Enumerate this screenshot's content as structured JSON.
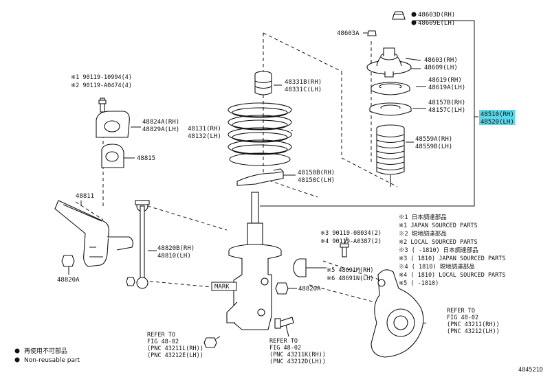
{
  "callouts": {
    "c48603D": "48603D(RH)",
    "c48609E": "48609E(LH)",
    "c48603A": "48603A",
    "c48603": "48603(RH)",
    "c48609": "48609(LH)",
    "c48619": "48619(RH)",
    "c48619A": "48619A(LH)",
    "c48157B": "48157B(RH)",
    "c48157C": "48157C(LH)",
    "c48510": "48510(RH)",
    "c48520": "48520(LH)",
    "c48559A": "48559A(RH)",
    "c48559B": "48559B(LH)",
    "c48331B": "48331B(RH)",
    "c48331C": "48331C(LH)",
    "c48131": "48131(RH)",
    "c48132": "48132(LH)",
    "c48158B": "48158B(RH)",
    "c48158C": "48158C(LH)",
    "c90119a": "※1 90119-10994(4)",
    "c90119b": "※2 90119-A0474(4)",
    "c48824A": "48824A(RH)",
    "c48829A": "48829A(LH)",
    "c48815": "48815",
    "c48811": "48811",
    "c48820B": "48820B(RH)",
    "c48810": "48810(LH)",
    "c48820A_l": "48820A",
    "c48820A_r": "48820A",
    "c90119c": "※3 90119-08034(2)",
    "c90119d": "※4 90119-A0387(2)",
    "c48691M": "※5 48691M(RH)",
    "c48691N": "※6 48691N(LH)",
    "mark": "MARK"
  },
  "notes": [
    "※1 日本調達部品",
    "※1 JAPAN SOURCED PARTS",
    "※2 現地調達部品",
    "※2 LOCAL SOURCED PARTS",
    "※3 (      -1810) 日本調達部品",
    "※3 (      1810) JAPAN SOURCED PARTS",
    "※4 (      1810) 現地調達部品",
    "※4 (      1810) LOCAL SOURCED PARTS",
    "※5 (      -1810)"
  ],
  "refers": {
    "right": [
      "REFER TO",
      "FIG 48-02",
      "(PNC 43211(RH))",
      "(PNC 43212(LH))"
    ],
    "mid": [
      "REFER TO",
      "FIG 48-02",
      "(PNC 43211K(RH))",
      "(PNC 43212D(LH))"
    ],
    "left": [
      "REFER TO",
      "FIG 48-02",
      "(PNC 43211L(RH))",
      "(PNC 43212E(LH))"
    ]
  },
  "legend": {
    "jp": "再使用不可部品",
    "en": "Non-reusable part"
  },
  "figure_id": "484521D",
  "colors": {
    "highlight": "#5ad7e8",
    "line": "#111111"
  }
}
